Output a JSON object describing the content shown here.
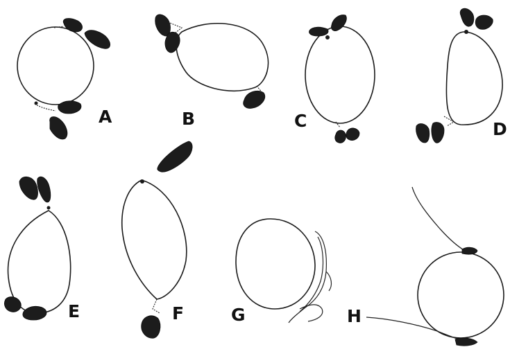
{
  "panels": [
    {
      "id": "A",
      "label": "A"
    },
    {
      "id": "B",
      "label": "B"
    },
    {
      "id": "C",
      "label": "C"
    },
    {
      "id": "D",
      "label": "D"
    },
    {
      "id": "E",
      "label": "E"
    },
    {
      "id": "F",
      "label": "F"
    },
    {
      "id": "G",
      "label": "G"
    },
    {
      "id": "H",
      "label": "H"
    }
  ]
}
